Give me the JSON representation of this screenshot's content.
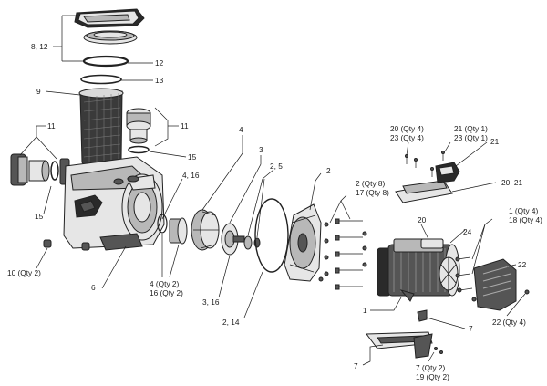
{
  "callouts": {
    "c_8_12": "8, 12",
    "c_12": "12",
    "c_13": "13",
    "c_9": "9",
    "c_11_left": "11",
    "c_11_right": "11",
    "c_15_right": "15",
    "c_15_left": "15",
    "c_4_16": "4, 16",
    "c_4": "4",
    "c_3": "3",
    "c_2_5": "2, 5",
    "c_2": "2",
    "c_10_qty2": "10 (Qty 2)",
    "c_6": "6",
    "c_4_qty2": "4 (Qty 2)",
    "c_16_qty2": "16 (Qty 2)",
    "c_3_16": "3, 16",
    "c_2_14": "2, 14",
    "c_20_qty4": "20 (Qty 4)",
    "c_23_qty4": "23 (Qty 4)",
    "c_21_qty1": "21 (Qty 1)",
    "c_23_qty1": "23 (Qty 1)",
    "c_21": "21",
    "c_20_21": "20, 21",
    "c_2_qty8": "2 (Qty 8)",
    "c_17_qty8": "17 (Qty 8)",
    "c_20": "20",
    "c_24": "24",
    "c_1_qty4": "1 (Qty 4)",
    "c_18_qty4": "18 (Qty 4)",
    "c_22": "22",
    "c_1": "1",
    "c_22_qty4": "22 (Qty 4)",
    "c_7_right": "7",
    "c_7_left": "7",
    "c_7_qty2": "7 (Qty 2)",
    "c_19_qty2": "19 (Qty 2)"
  },
  "colors": {
    "line": "#1a1a1a",
    "part_light": "#e6e6e6",
    "part_mid": "#b8b8b8",
    "part_dark": "#555555",
    "background": "#ffffff"
  }
}
